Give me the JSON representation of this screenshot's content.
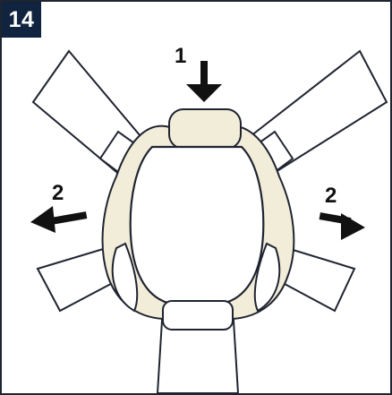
{
  "step": {
    "number": "14"
  },
  "annotations": {
    "press_label": "1",
    "pull_left_label": "2",
    "pull_right_label": "2"
  },
  "colors": {
    "outline": "#1f2430",
    "buckle_fill": "#f2edd9",
    "badge": "#10233f",
    "arrow": "#111111"
  },
  "icons": {
    "press": "arrow-down-icon",
    "pull_left": "arrow-left-icon",
    "pull_right": "arrow-right-icon"
  }
}
